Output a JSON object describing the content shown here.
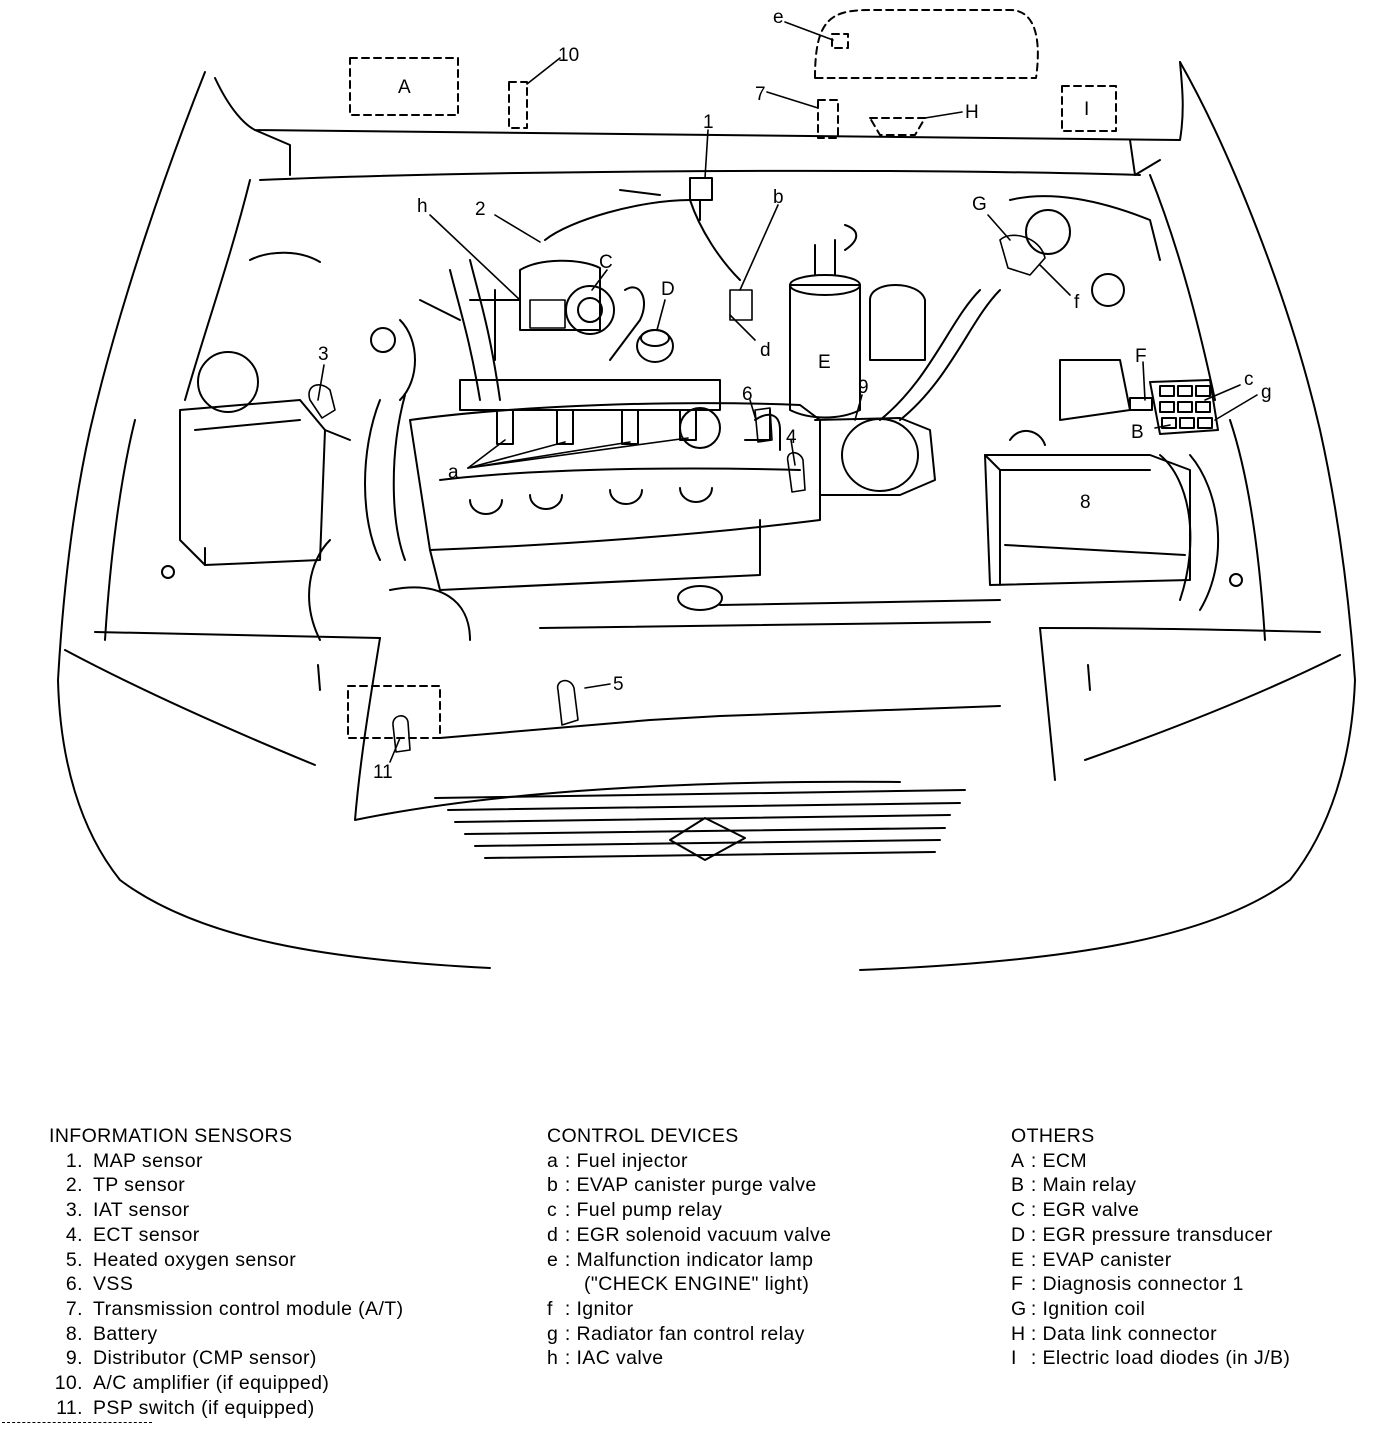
{
  "diagram": {
    "callouts": {
      "A": "A",
      "I": "I",
      "H": "H",
      "e": "e",
      "n7": "7",
      "n10": "10",
      "n1": "1",
      "n2": "2",
      "h": "h",
      "b": "b",
      "G": "G",
      "C": "C",
      "D": "D",
      "d": "d",
      "f": "f",
      "E": "E",
      "n3": "3",
      "n6": "6",
      "n9": "9",
      "F": "F",
      "c": "c",
      "g": "g",
      "B": "B",
      "n4": "4",
      "a": "a",
      "n8": "8",
      "n5": "5",
      "n11": "11"
    }
  },
  "legend": {
    "sensors": {
      "title": "INFORMATION SENSORS",
      "items": [
        {
          "key": "1.",
          "text": "MAP sensor"
        },
        {
          "key": "2.",
          "text": "TP sensor"
        },
        {
          "key": "3.",
          "text": "IAT sensor"
        },
        {
          "key": "4.",
          "text": "ECT sensor"
        },
        {
          "key": "5.",
          "text": "Heated oxygen sensor"
        },
        {
          "key": "6.",
          "text": "VSS"
        },
        {
          "key": "7.",
          "text": "Transmission control module (A/T)"
        },
        {
          "key": "8.",
          "text": "Battery"
        },
        {
          "key": "9.",
          "text": "Distributor (CMP sensor)"
        },
        {
          "key": "10.",
          "text": "A/C amplifier (if equipped)"
        },
        {
          "key": "11.",
          "text": "PSP switch (if equipped)"
        }
      ]
    },
    "control": {
      "title": "CONTROL DEVICES",
      "items": [
        {
          "key": "a",
          "text": ": Fuel injector"
        },
        {
          "key": "b",
          "text": ": EVAP canister purge valve"
        },
        {
          "key": "c",
          "text": ": Fuel pump relay"
        },
        {
          "key": "d",
          "text": ": EGR solenoid vacuum valve"
        },
        {
          "key": "e",
          "text": ": Malfunction indicator lamp"
        },
        {
          "key": "",
          "text": "(\"CHECK ENGINE\" light)"
        },
        {
          "key": "f",
          "text": ": Ignitor"
        },
        {
          "key": "g",
          "text": ": Radiator fan control relay"
        },
        {
          "key": "h",
          "text": ": IAC valve"
        }
      ]
    },
    "others": {
      "title": "OTHERS",
      "items": [
        {
          "key": "A",
          "text": ": ECM"
        },
        {
          "key": "B",
          "text": ": Main relay"
        },
        {
          "key": "C",
          "text": ": EGR valve"
        },
        {
          "key": "D",
          "text": ": EGR pressure transducer"
        },
        {
          "key": "E",
          "text": ": EVAP canister"
        },
        {
          "key": "F",
          "text": ": Diagnosis connector 1"
        },
        {
          "key": "G",
          "text": ": Ignition coil"
        },
        {
          "key": "H",
          "text": ": Data link connector"
        },
        {
          "key": "I",
          "text": ": Electric load diodes (in J/B)"
        }
      ]
    }
  }
}
